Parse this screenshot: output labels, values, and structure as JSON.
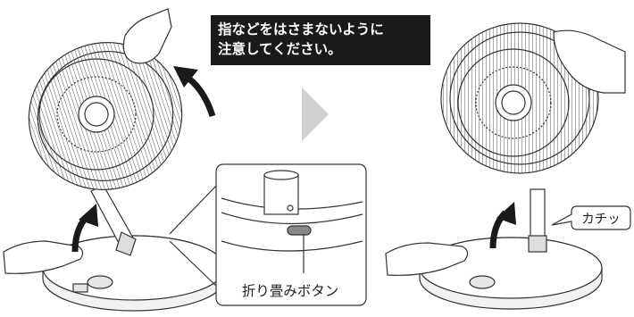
{
  "warning": {
    "line1": "指などをはさまないように",
    "line2": "注意してください。"
  },
  "callouts": {
    "button_label": "折り畳みボタン",
    "click_sound": "カチッ"
  },
  "colors": {
    "warning_bg": "#1a1a1a",
    "arrow": "#1a1a1a",
    "step_arrow": "#cfcfcf",
    "line_art": "#333333"
  }
}
